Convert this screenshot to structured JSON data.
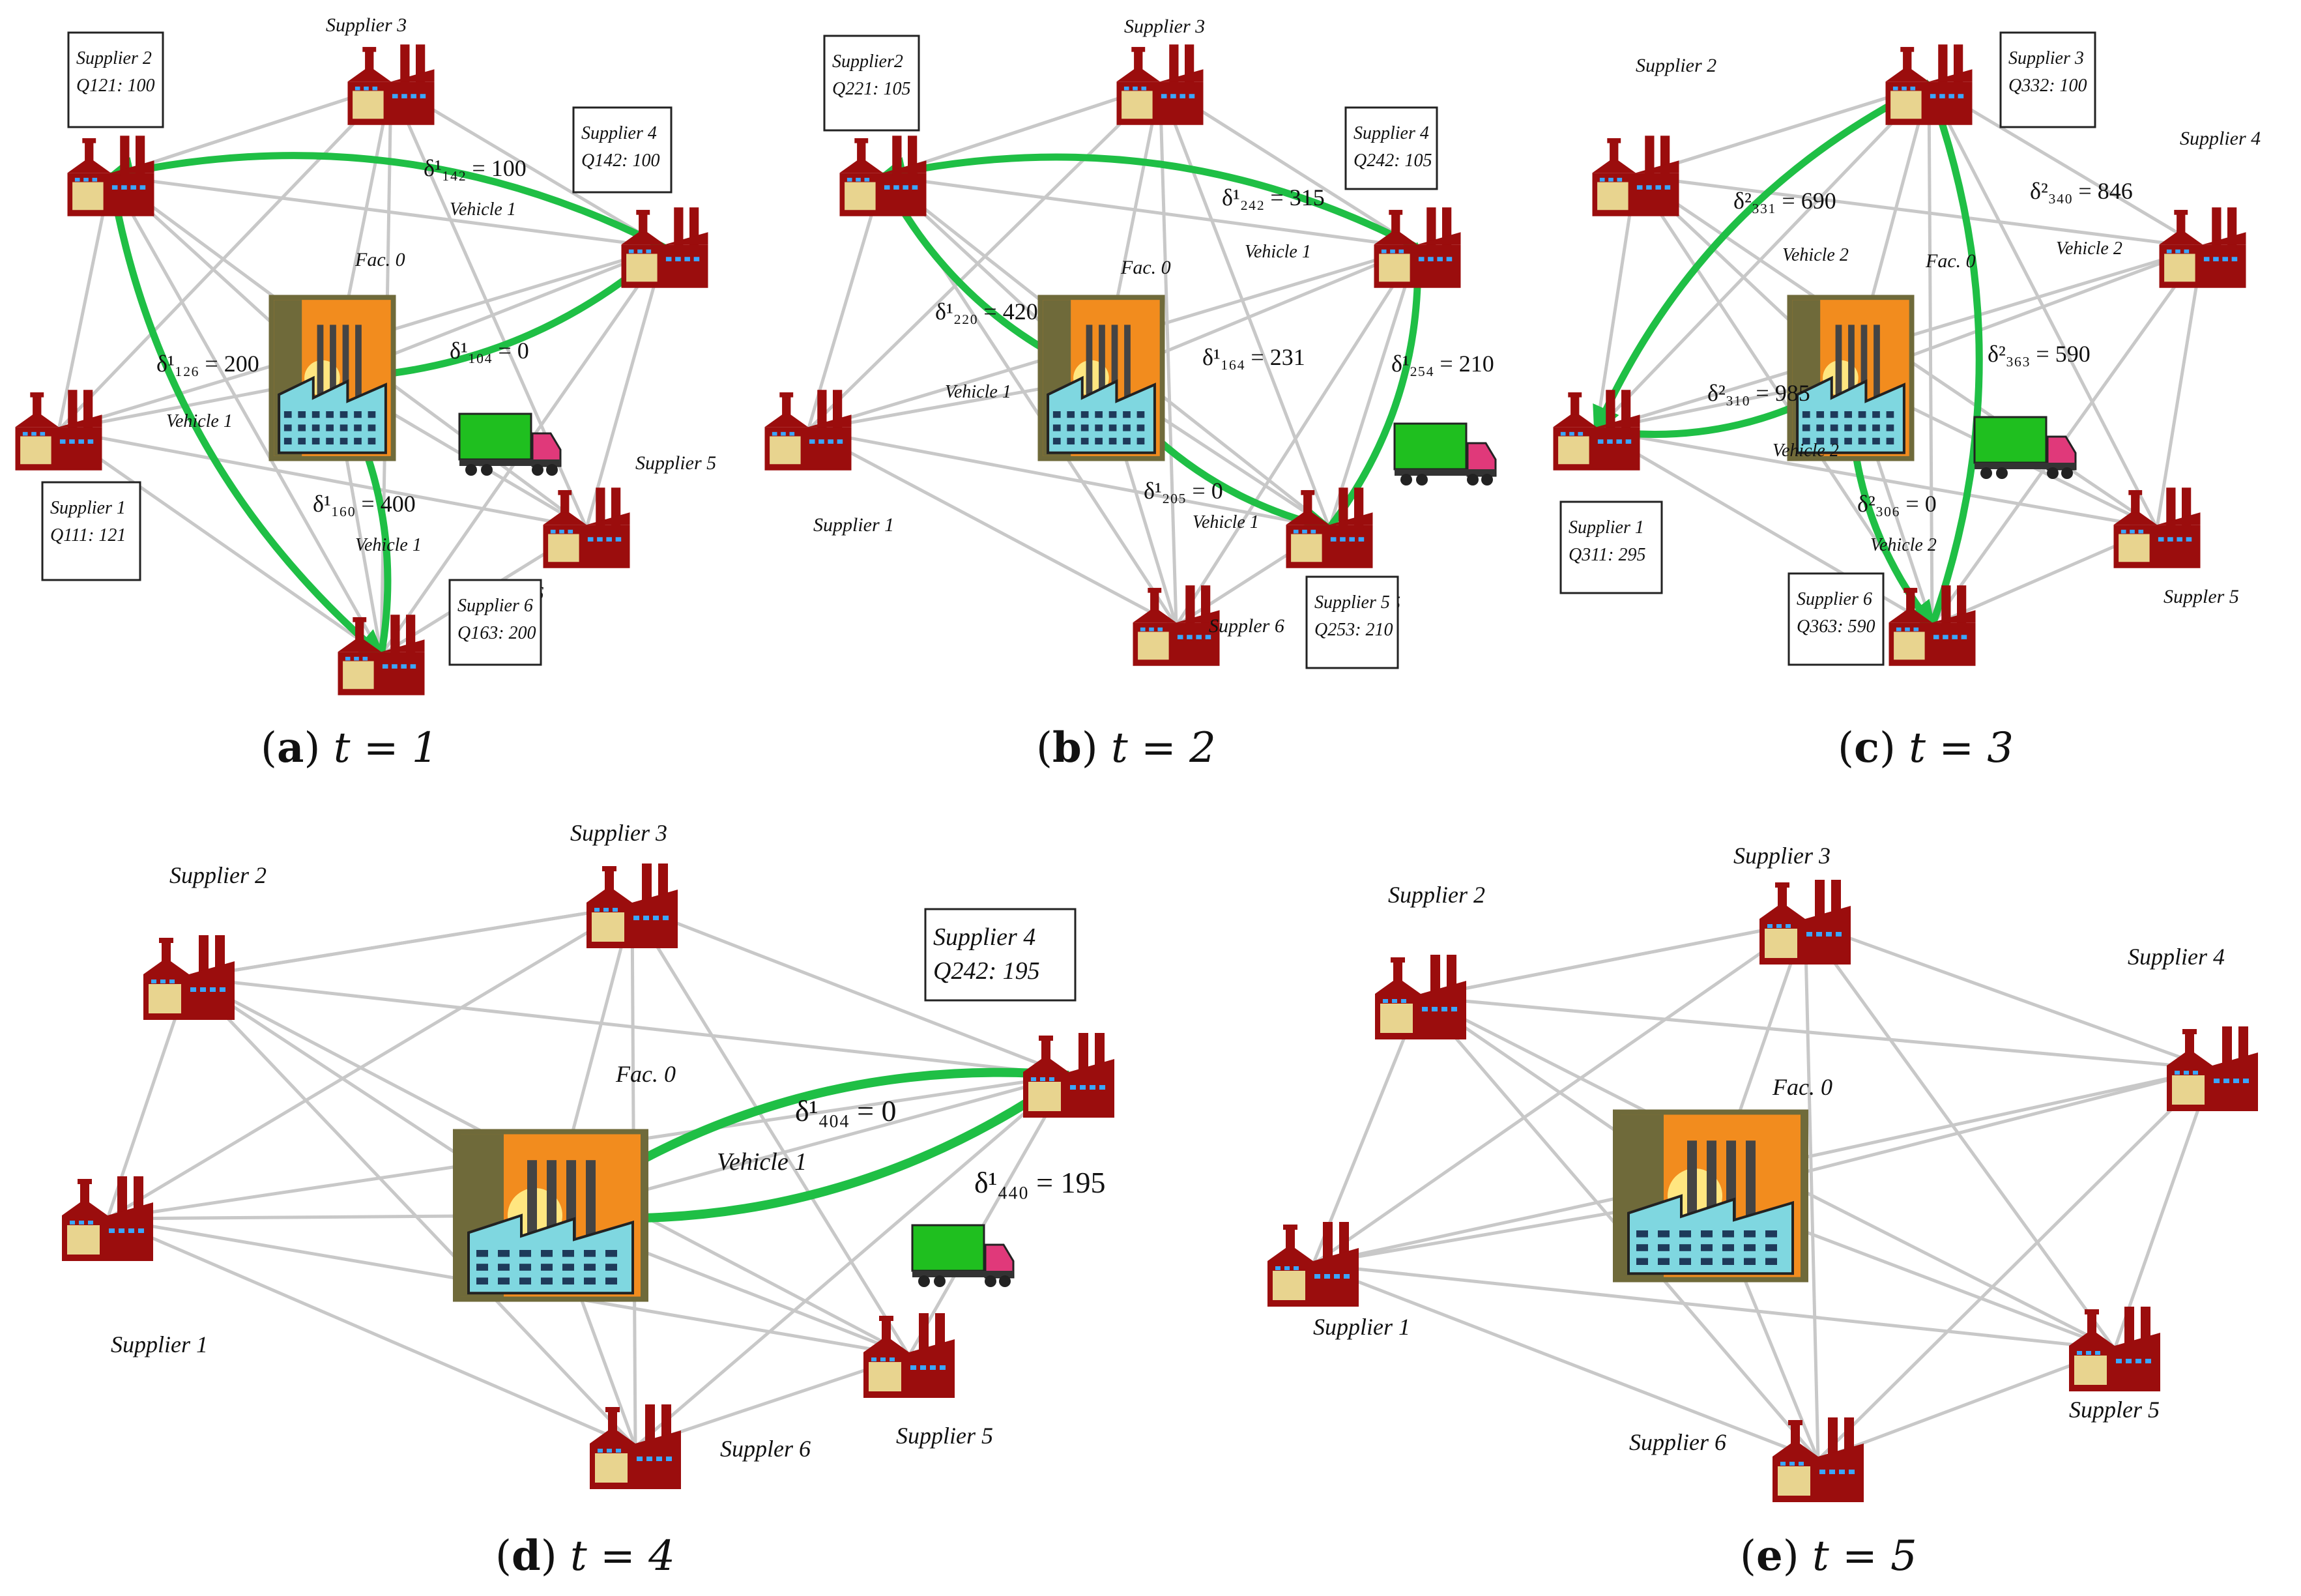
{
  "panels": [
    {
      "caption": {
        "letter": "a",
        "text": "t = 1"
      },
      "nodes": [
        {
          "key": "s2",
          "name": "Supplier 2"
        },
        {
          "key": "s3",
          "name": "Supplier 3"
        },
        {
          "key": "s4",
          "name": "Supplier 4"
        },
        {
          "key": "s1",
          "name": "Supplier 1"
        },
        {
          "key": "s5",
          "name": "Supplier 5"
        },
        {
          "key": "s6",
          "name": "Supplier 6"
        },
        {
          "key": "fac",
          "name": "Fac. 0"
        }
      ],
      "boxes": [
        {
          "node": "s2",
          "lines": [
            "Supplier 2",
            "Q121: 100"
          ]
        },
        {
          "node": "s4",
          "lines": [
            "Supplier 4",
            "Q142: 100"
          ]
        },
        {
          "node": "s1",
          "lines": [
            "Supplier 1",
            "Q111: 121"
          ]
        },
        {
          "node": "s6",
          "lines": [
            "Supplier 6",
            "Q163: 200"
          ]
        }
      ],
      "routes": [
        {
          "from": "fac",
          "to": "s4",
          "label": "δ¹₁₀₄ = 0"
        },
        {
          "from": "s4",
          "to": "s2",
          "label": "δ¹₁₄₂ = 100"
        },
        {
          "from": "s2",
          "to": "s6",
          "label": "δ¹₁₂₆ = 200"
        },
        {
          "from": "s6",
          "to": "fac",
          "label": "δ¹₁₆₀ = 400"
        }
      ],
      "vehicle_labels": [
        "Vehicle 1",
        "Vehicle 1",
        "Vehicle 1"
      ]
    },
    {
      "caption": {
        "letter": "b",
        "text": "t = 2"
      },
      "nodes": [
        {
          "key": "s2",
          "name": "Supplier2"
        },
        {
          "key": "s3",
          "name": "Supplier 3"
        },
        {
          "key": "s4",
          "name": "Supplier 4"
        },
        {
          "key": "s1",
          "name": "Supplier 1"
        },
        {
          "key": "s5",
          "name": "Supplier 5"
        },
        {
          "key": "s6",
          "name": "Suppler 6"
        },
        {
          "key": "fac",
          "name": "Fac. 0"
        }
      ],
      "boxes": [
        {
          "node": "s2",
          "lines": [
            "Supplier2",
            "Q221: 105"
          ]
        },
        {
          "node": "s4",
          "lines": [
            "Supplier 4",
            "Q242: 105"
          ]
        },
        {
          "node": "s5",
          "lines": [
            "Supplier 5",
            "Q253: 210"
          ]
        }
      ],
      "routes": [
        {
          "from": "fac",
          "to": "s5",
          "label": "δ¹₂₀₅ = 0"
        },
        {
          "from": "s5",
          "to": "s4",
          "label": "δ¹₂₅₄ = 210"
        },
        {
          "from": "s4",
          "to": "s2",
          "label": "δ¹₂₄₂ = 315"
        },
        {
          "from": "s2",
          "to": "fac",
          "label": "δ¹₂₂₀ = 420"
        }
      ],
      "extra_labels": [
        "δ¹₁₆₄ = 231"
      ],
      "vehicle_labels": [
        "Vehicle 1",
        "Vehicle 1",
        "Vehicle 1"
      ]
    },
    {
      "caption": {
        "letter": "c",
        "text": "t = 3"
      },
      "nodes": [
        {
          "key": "s2",
          "name": "Supplier 2"
        },
        {
          "key": "s3",
          "name": "Supplier 3"
        },
        {
          "key": "s4",
          "name": "Supplier 4"
        },
        {
          "key": "s1",
          "name": "Supplier 1"
        },
        {
          "key": "s5",
          "name": "Suppler 5"
        },
        {
          "key": "s6",
          "name": "Supplier 6"
        },
        {
          "key": "fac",
          "name": "Fac. 0"
        }
      ],
      "boxes": [
        {
          "node": "s3",
          "lines": [
            "Supplier 3",
            "Q332: 100"
          ]
        },
        {
          "node": "s1",
          "lines": [
            "Supplier 1",
            "Q311: 295"
          ]
        },
        {
          "node": "s6",
          "lines": [
            "Supplier 6",
            "Q363: 590"
          ]
        }
      ],
      "routes": [
        {
          "from": "fac",
          "to": "s6",
          "label": "δ²₃₀₆ = 0"
        },
        {
          "from": "s6",
          "to": "s3",
          "label": "δ²₃₆₃ = 590"
        },
        {
          "from": "s3",
          "to": "s1",
          "label": "δ²₃₃₁ = 690"
        },
        {
          "from": "s1",
          "to": "fac",
          "label": "δ²₃₁₀ = 985"
        }
      ],
      "extra_labels": [
        "δ²₃₄₀ = 846"
      ],
      "vehicle_labels": [
        "Vehicle 2",
        "Vehicle 2",
        "Vehicle 2",
        "Vehicle 2"
      ]
    },
    {
      "caption": {
        "letter": "d",
        "text": "t = 4"
      },
      "nodes": [
        {
          "key": "s2",
          "name": "Supplier 2"
        },
        {
          "key": "s3",
          "name": "Supplier 3"
        },
        {
          "key": "s4",
          "name": "Supplier 4"
        },
        {
          "key": "s1",
          "name": "Supplier 1"
        },
        {
          "key": "s5",
          "name": "Supplier 5"
        },
        {
          "key": "s6",
          "name": "Suppler 6"
        },
        {
          "key": "fac",
          "name": "Fac. 0"
        }
      ],
      "boxes": [
        {
          "node": "s4",
          "lines": [
            "Supplier 4",
            "Q242: 195"
          ]
        }
      ],
      "routes": [
        {
          "from": "fac",
          "to": "s4",
          "label": "δ¹₄₀₄ = 0"
        },
        {
          "from": "s4",
          "to": "fac",
          "label": "δ¹₄₄₀ = 195"
        }
      ],
      "vehicle_labels": [
        "Vehicle 1"
      ]
    },
    {
      "caption": {
        "letter": "e",
        "text": "t = 5"
      },
      "nodes": [
        {
          "key": "s2",
          "name": "Supplier 2"
        },
        {
          "key": "s3",
          "name": "Supplier 3"
        },
        {
          "key": "s4",
          "name": "Supplier 4"
        },
        {
          "key": "s1",
          "name": "Supplier 1"
        },
        {
          "key": "s5",
          "name": "Suppler 5"
        },
        {
          "key": "s6",
          "name": "Supplier 6"
        },
        {
          "key": "fac",
          "name": "Fac. 0"
        }
      ],
      "boxes": [],
      "routes": [],
      "vehicle_labels": []
    }
  ],
  "colors": {
    "factory_red": "#9b0d0d",
    "factory_wall": "#e8d48f",
    "window_blue": "#3aa6ff",
    "route_green": "#1fbf45",
    "network_gray": "#c8c8c8",
    "truck_green": "#1fbf1f",
    "truck_cab": "#e0397a",
    "fac_orange": "#f28c1e",
    "fac_olive": "#6f6a3a",
    "fac_building": "#7fd7e0"
  }
}
